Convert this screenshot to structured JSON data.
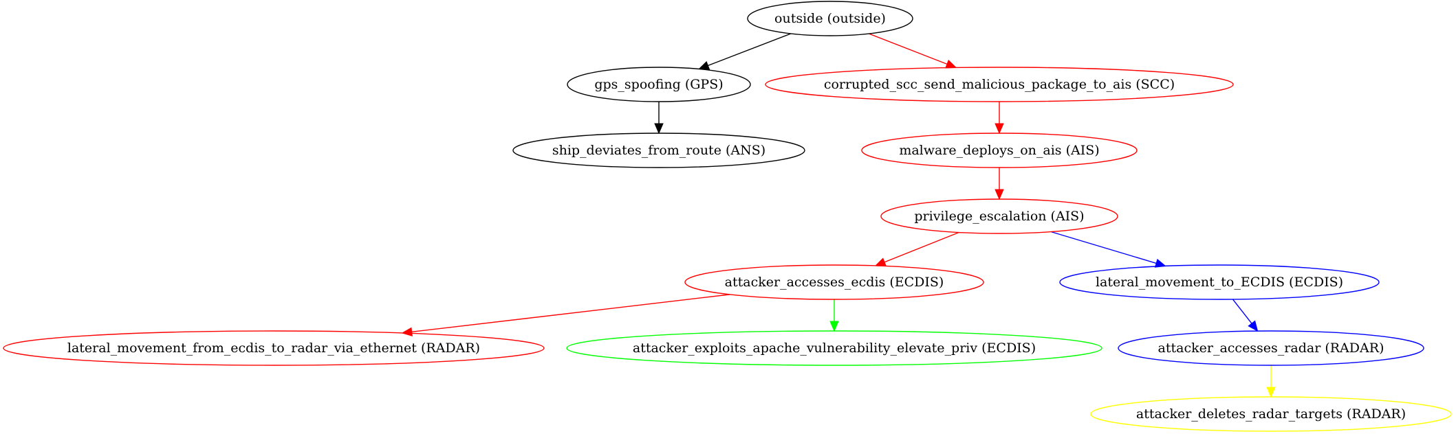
{
  "colors": {
    "black": "#000000",
    "red": "#ff0000",
    "blue": "#0000ff",
    "green": "#00ff00",
    "yellow": "#ffff00"
  },
  "nodes": [
    {
      "id": "outside",
      "label": "outside (outside)",
      "color": "black"
    },
    {
      "id": "gps",
      "label": "gps_spoofing (GPS)",
      "color": "black"
    },
    {
      "id": "scc",
      "label": "corrupted_scc_send_malicious_package_to_ais (SCC)",
      "color": "red"
    },
    {
      "id": "ans",
      "label": "ship_deviates_from_route (ANS)",
      "color": "black"
    },
    {
      "id": "malware",
      "label": "malware_deploys_on_ais (AIS)",
      "color": "red"
    },
    {
      "id": "priv",
      "label": "privilege_escalation (AIS)",
      "color": "red"
    },
    {
      "id": "ecdis",
      "label": "attacker_accesses_ecdis (ECDIS)",
      "color": "red"
    },
    {
      "id": "latecdis",
      "label": "lateral_movement_to_ECDIS (ECDIS)",
      "color": "blue"
    },
    {
      "id": "latradar",
      "label": "lateral_movement_from_ecdis_to_radar_via_ethernet (RADAR)",
      "color": "red"
    },
    {
      "id": "apache",
      "label": "attacker_exploits_apache_vulnerability_elevate_priv (ECDIS)",
      "color": "green"
    },
    {
      "id": "radar",
      "label": "attacker_accesses_radar (RADAR)",
      "color": "blue"
    },
    {
      "id": "delete",
      "label": "attacker_deletes_radar_targets (RADAR)",
      "color": "yellow"
    }
  ],
  "edges": [
    {
      "from": "outside",
      "to": "gps",
      "color": "black"
    },
    {
      "from": "outside",
      "to": "scc",
      "color": "red"
    },
    {
      "from": "gps",
      "to": "ans",
      "color": "black"
    },
    {
      "from": "scc",
      "to": "malware",
      "color": "red"
    },
    {
      "from": "malware",
      "to": "priv",
      "color": "red"
    },
    {
      "from": "priv",
      "to": "ecdis",
      "color": "red"
    },
    {
      "from": "priv",
      "to": "latecdis",
      "color": "blue"
    },
    {
      "from": "ecdis",
      "to": "latradar",
      "color": "red"
    },
    {
      "from": "ecdis",
      "to": "apache",
      "color": "green"
    },
    {
      "from": "latecdis",
      "to": "radar",
      "color": "blue"
    },
    {
      "from": "radar",
      "to": "delete",
      "color": "yellow"
    }
  ]
}
